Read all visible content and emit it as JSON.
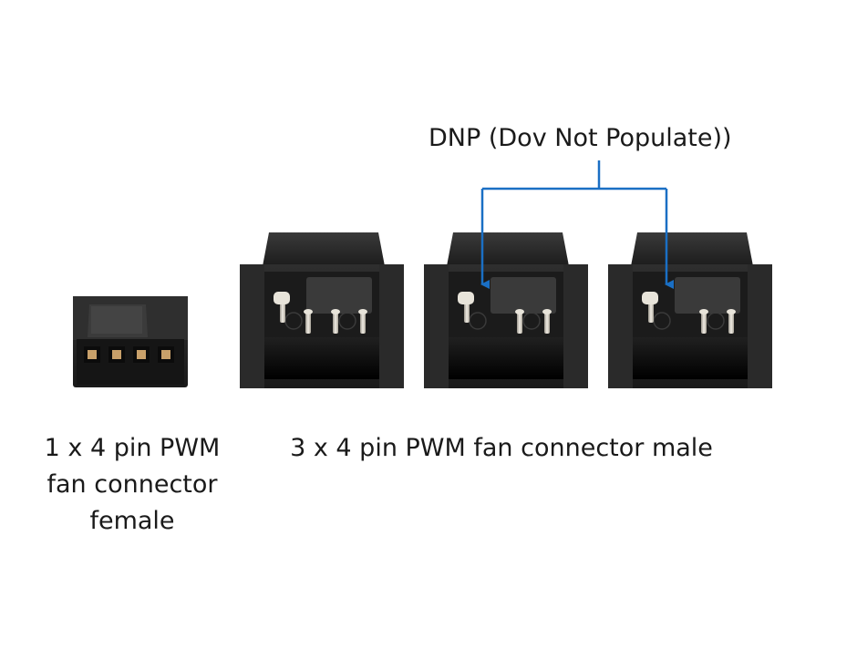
{
  "dnp_label": "DNP (Dov Not Populate))",
  "female_caption": [
    "1 x 4 pin PWM",
    "fan connector",
    "female"
  ],
  "male_caption": "3 x 4 pin PWM fan connector male",
  "colors": {
    "connector_body": "#2b2b2b",
    "connector_dark": "#111111",
    "pin": "#d9d5cc",
    "contact": "#c8a06a",
    "arrow": "#1a6fc4"
  }
}
